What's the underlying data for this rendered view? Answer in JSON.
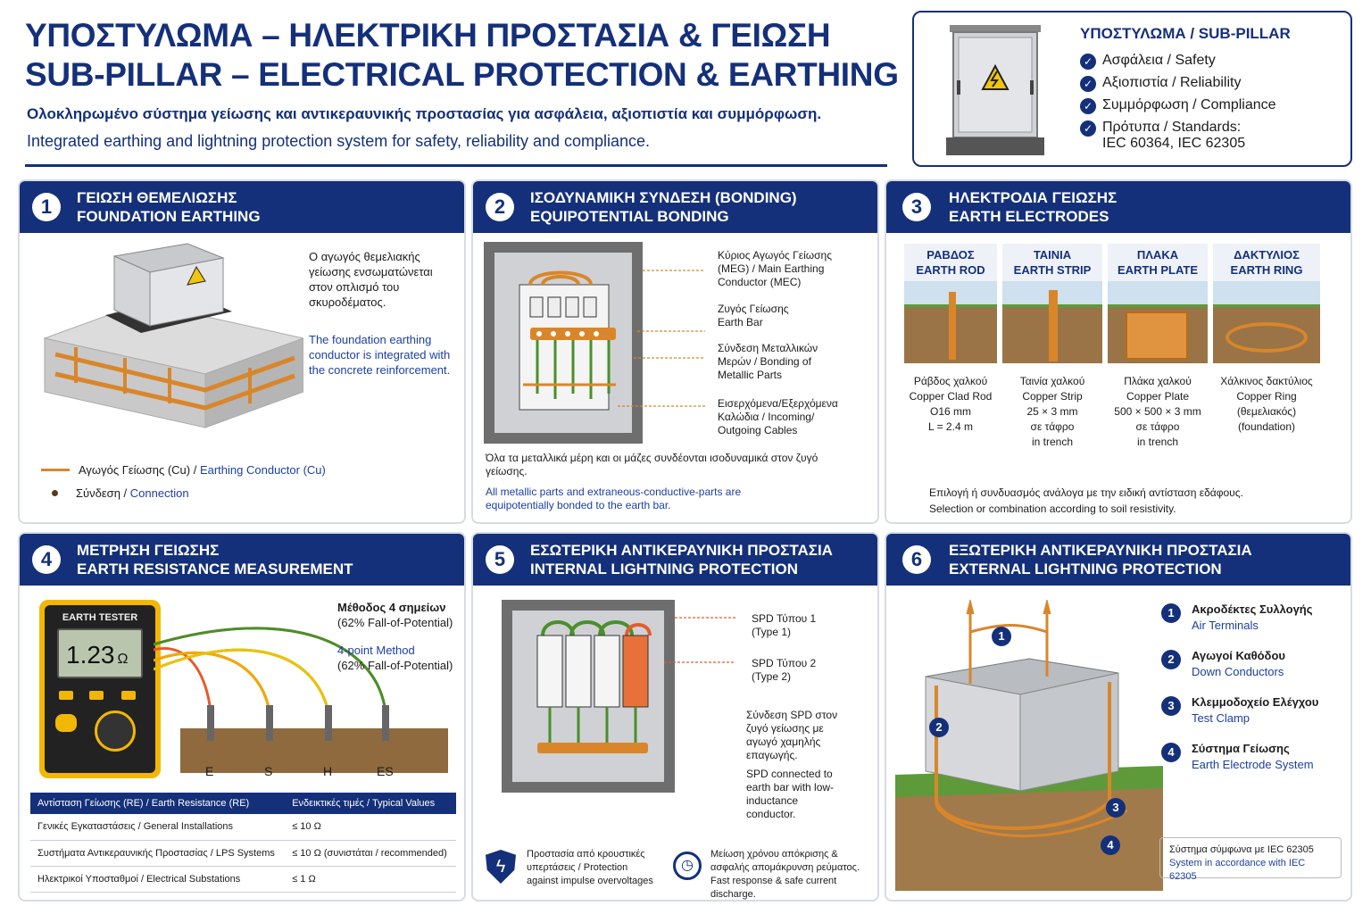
{
  "header": {
    "title_gr": "ΥΠΟΣΤΥΛΩΜΑ – ΗΛΕΚΤΡΙΚΗ ΠΡΟΣΤΑΣΙΑ & ΓΕΙΩΣΗ",
    "title_en": "SUB-PILLAR – ELECTRICAL PROTECTION & EARTHING",
    "subtitle_gr": "Ολοκληρωμένο σύστημα γείωσης και αντικεραυνικής προστασίας για ασφάλεια, αξιοπιστία και συμμόρφωση.",
    "subtitle_en": "Integrated earthing and lightning protection system for safety, reliability and compliance."
  },
  "topbox": {
    "title": "ΥΠΟΣΤΥΛΩΜΑ / SUB-PILLAR",
    "items": [
      "Ασφάλεια / Safety",
      "Αξιοπιστία / Reliability",
      "Συμμόρφωση / Compliance",
      "Πρότυπα / Standards:"
    ],
    "standards": "IEC 60364, IEC 62305"
  },
  "p1": {
    "num": "1",
    "h_gr": "ΓΕΙΩΣΗ ΘΕΜΕΛΙΩΣΗΣ",
    "h_en": "FOUNDATION EARTHING",
    "gr": "Ο αγωγός θεμελιακής γείωσης ενσωματώνεται στον οπλισμό του σκυροδέματος.",
    "en": "The foundation earthing conductor is integrated with the concrete reinforcement.",
    "legend1_gr": "Αγωγός Γείωσης (Cu) /",
    "legend1_en": "Earthing Conductor (Cu)",
    "legend2_gr": "Σύνδεση /",
    "legend2_en": "Connection"
  },
  "p2": {
    "num": "2",
    "h_gr": "ΙΣΟΔΥΝΑΜΙΚΗ ΣΥΝΔΕΣΗ (BONDING)",
    "h_en": "EQUIPOTENTIAL BONDING",
    "l1": "Κύριος Αγωγός Γείωσης (MEG) / Main Earthing Conductor (MEC)",
    "l2": "Ζυγός Γείωσης Earth Bar",
    "l3": "Σύνδεση Μεταλλικών Μερών / Bonding of Metallic Parts",
    "l4": "Εισερχόμενα/Εξερχόμενα Καλώδια / Incoming/ Outgoing Cables",
    "gr": "Όλα τα μεταλλικά μέρη και οι μάζες συνδέονται ισοδυναμικά στον ζυγό γείωσης.",
    "en": "All metallic parts and extraneous-conductive-parts are equipotentially bonded to the earth bar."
  },
  "p3": {
    "num": "3",
    "h_gr": "ΗΛΕΚΤΡΟΔΙΑ ΓΕΙΩΣΗΣ",
    "h_en": "EARTH ELECTRODES",
    "cols": [
      {
        "h1": "ΡΑΒΔΟΣ",
        "h2": "EARTH ROD",
        "d": [
          "Ράβδος χαλκού",
          "Copper Clad Rod",
          "Ο16 mm",
          "L = 2.4 m"
        ]
      },
      {
        "h1": "ΤΑΙΝΙΑ",
        "h2": "EARTH STRIP",
        "d": [
          "Ταινία χαλκού",
          "Copper Strip",
          "25 × 3 mm",
          "σε τάφρο",
          "in trench"
        ]
      },
      {
        "h1": "ΠΛΑΚΑ",
        "h2": "EARTH PLATE",
        "d": [
          "Πλάκα χαλκού",
          "Copper Plate",
          "500 × 500 × 3 mm",
          "σε τάφρο",
          "in trench"
        ]
      },
      {
        "h1": "ΔΑΚΤΥΛΙΟΣ",
        "h2": "EARTH RING",
        "d": [
          "Χάλκινος δακτύλιος",
          "Copper Ring",
          "(θεμελιακός)",
          "(foundation)"
        ]
      }
    ],
    "gr": "Επιλογή ή συνδυασμός ανάλογα με την ειδική αντίσταση εδάφους.",
    "en": "Selection or combination according to soil resistivity."
  },
  "p4": {
    "num": "4",
    "h_gr": "ΜΕΤΡΗΣΗ ΓΕΙΩΣΗΣ",
    "h_en": "EARTH RESISTANCE MEASUREMENT",
    "tester": "EARTH TESTER",
    "reading": "1.23",
    "unit": "Ω",
    "m_gr1": "Μέθοδος 4 σημείων",
    "m_gr2": "(62% Fall-of-Potential)",
    "m_en1": "4-point Method",
    "m_en2": "(62% Fall-of-Potential)",
    "probes": [
      "E",
      "S",
      "H",
      "ES"
    ],
    "table": {
      "headers": [
        "Αντίσταση Γείωσης (RE) / Earth Resistance (RE)",
        "Ενδεικτικές τιμές / Typical Values"
      ],
      "rows": [
        [
          "Γενικές Εγκαταστάσεις / General Installations",
          "≤ 10 Ω"
        ],
        [
          "Συστήματα Αντικεραυνικής Προστασίας / LPS Systems",
          "≤ 10 Ω (συνιστάται / recommended)"
        ],
        [
          "Ηλεκτρικοί Υποσταθμοί / Electrical Substations",
          "≤ 1 Ω"
        ]
      ]
    }
  },
  "p5": {
    "num": "5",
    "h_gr": "ΕΣΩΤΕΡΙΚΗ ΑΝΤΙΚΕΡΑΥΝΙΚΗ ΠΡΟΣΤΑΣΙΑ",
    "h_en": "INTERNAL LIGHTNING PROTECTION",
    "t1a": "SPD Τύπου 1",
    "t1b": "(Type 1)",
    "t2a": "SPD Τύπου 2",
    "t2b": "(Type 2)",
    "c_gr": "Σύνδεση SPD στον ζυγό γείωσης με αγωγό χαμηλής επαγωγής.",
    "c_en": "SPD connected to earth bar with low-inductance conductor.",
    "f1_gr": "Προστασία από κρουστικές υπερτάσεις / Protection",
    "f1_en": "against impulse overvoltages",
    "f2_gr": "Μείωση χρόνου απόκρισης & ασφαλής απομάκρυνση ρεύματος.",
    "f2_en": "Fast response & safe current discharge."
  },
  "p6": {
    "num": "6",
    "h_gr": "ΕΞΩΤΕΡΙΚΗ ΑΝΤΙΚΕΡΑΥΝΙΚΗ ΠΡΟΣΤΑΣΙΑ",
    "h_en": "EXTERNAL LIGHTNING PROTECTION",
    "items": [
      {
        "n": "1",
        "gr": "Ακροδέκτες Συλλογής",
        "en": "Air Terminals"
      },
      {
        "n": "2",
        "gr": "Αγωγοί Καθόδου",
        "en": "Down Conductors"
      },
      {
        "n": "3",
        "gr": "Κλεμμοδοχείο Ελέγχου",
        "en": "Test Clamp"
      },
      {
        "n": "4",
        "gr": "Σύστημα Γείωσης",
        "en": "Earth Electrode System"
      }
    ],
    "note_gr": "Σύστημα σύμφωνα με IEC 62305",
    "note_en": "System in accordance with IEC 62305",
    "callouts": [
      "1",
      "2",
      "3",
      "4"
    ]
  },
  "colors": {
    "navy": "#14307a",
    "copper": "#d9862b",
    "green": "#4a8f2a"
  }
}
